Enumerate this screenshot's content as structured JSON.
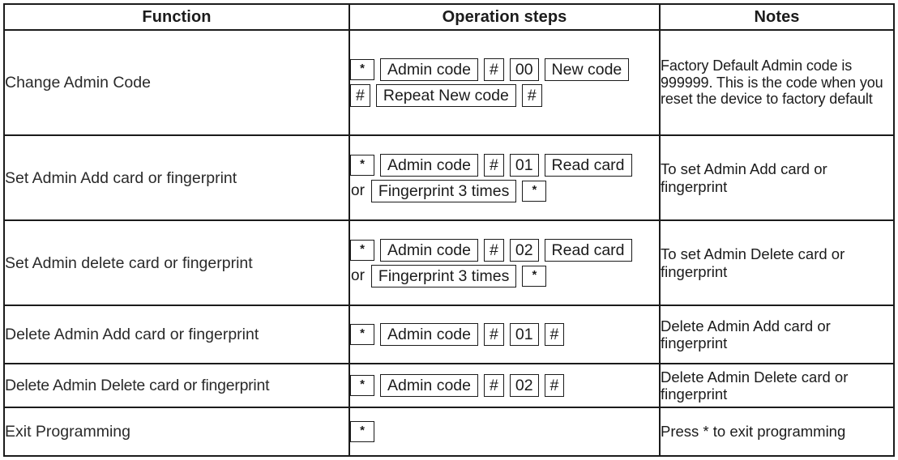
{
  "table": {
    "headers": [
      "Function",
      "Operation steps",
      "Notes"
    ],
    "rows": [
      {
        "function": "Change Admin Code",
        "steps": [
          {
            "prefix": "",
            "keys": [
              "*",
              "Admin code",
              "#",
              "00",
              "New code"
            ]
          },
          {
            "prefix": "",
            "keys": [
              "#",
              "Repeat New code",
              "#"
            ]
          }
        ],
        "notes": "Factory Default Admin code is 999999.  This is the code when you reset the device to factory default"
      },
      {
        "function": "Set Admin Add card or fingerprint",
        "steps": [
          {
            "prefix": "",
            "keys": [
              "*",
              "Admin code",
              "#",
              "01",
              "Read card"
            ]
          },
          {
            "prefix": "or",
            "keys": [
              "Fingerprint 3 times",
              "*"
            ]
          }
        ],
        "notes": "To set Admin Add card or fingerprint"
      },
      {
        "function": "Set Admin delete card or fingerprint",
        "steps": [
          {
            "prefix": "",
            "keys": [
              "*",
              "Admin code",
              "#",
              "02",
              "Read card"
            ]
          },
          {
            "prefix": "or",
            "keys": [
              "Fingerprint 3 times",
              "*"
            ]
          }
        ],
        "notes": "To set Admin Delete card or fingerprint"
      },
      {
        "function": "Delete Admin Add card or fingerprint",
        "steps": [
          {
            "prefix": "",
            "keys": [
              "*",
              "Admin code",
              "#",
              "01",
              "#"
            ]
          }
        ],
        "notes": "Delete Admin Add card or fingerprint"
      },
      {
        "function": "Delete Admin Delete card or fingerprint",
        "steps": [
          {
            "prefix": "",
            "keys": [
              "*",
              "Admin code",
              "#",
              "02",
              "#"
            ]
          }
        ],
        "notes": "Delete Admin Delete card or fingerprint"
      },
      {
        "function": "Exit Programming",
        "steps": [
          {
            "prefix": "",
            "keys": [
              "*"
            ]
          }
        ],
        "notes": "Press * to exit programming"
      }
    ]
  },
  "colors": {
    "border": "#1b1b1b",
    "text": "#1b1b1b",
    "background": "#ffffff"
  }
}
